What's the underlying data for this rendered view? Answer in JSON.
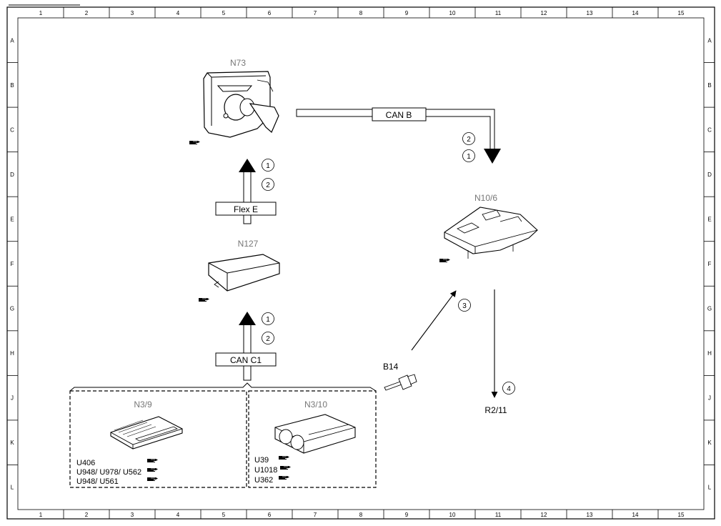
{
  "grid": {
    "columns": [
      "1",
      "2",
      "3",
      "4",
      "5",
      "6",
      "7",
      "8",
      "9",
      "10",
      "11",
      "12",
      "13",
      "14",
      "15"
    ],
    "rows": [
      "A",
      "B",
      "C",
      "D",
      "E",
      "F",
      "G",
      "H",
      "J",
      "K",
      "L"
    ]
  },
  "components": {
    "n73": "N73",
    "n127": "N127",
    "n10_6": "N10/6",
    "n3_9": "N3/9",
    "n3_10": "N3/10",
    "b14": "B14",
    "r2_11": "R2/11"
  },
  "buses": {
    "can_b": "CAN B",
    "flex_e": "Flex E",
    "can_c1": "CAN C1"
  },
  "markers": {
    "flex_top": "1",
    "flex_bottom": "2",
    "canb_top": "2",
    "canb_bottom": "1",
    "canc1_top": "1",
    "canc1_bottom": "2",
    "b14_arrow": "3",
    "r2_arrow": "4"
  },
  "codes": {
    "n3_9": [
      "U406",
      "U948/ U978/ U562",
      "U948/ U561"
    ],
    "n3_10": [
      "U39",
      "U1018",
      "U362"
    ]
  },
  "icons": {
    "reference": "pointing-hand-icon",
    "arrow": "arrow-icon"
  }
}
